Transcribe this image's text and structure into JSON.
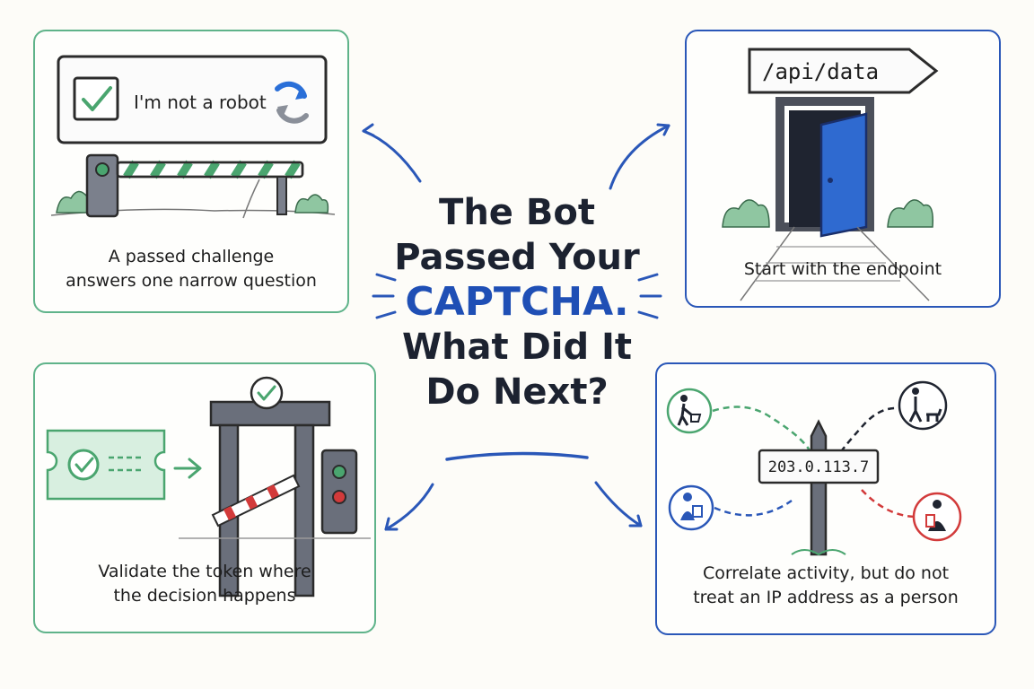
{
  "title": {
    "line1": "The Bot",
    "line2": "Passed Your",
    "line3": "CAPTCHA.",
    "line4": "What Did It",
    "line5": "Do Next?"
  },
  "panels": {
    "top_left": {
      "checkbox_label": "I'm not a robot",
      "caption_line1": "A passed challenge",
      "caption_line2": "answers one narrow question"
    },
    "top_right": {
      "sign_text": "/api/data",
      "caption_line1": "Start with the endpoint"
    },
    "bottom_left": {
      "caption_line1": "Validate the token where",
      "caption_line2": "the decision happens"
    },
    "bottom_right": {
      "ip_text": "203.0.113.7",
      "caption_line1": "Correlate activity, but do not",
      "caption_line2": "treat an IP address as a person"
    }
  },
  "colors": {
    "green": "#5fb38a",
    "blue": "#2a57b8",
    "red": "#d23a3a",
    "gray": "#5e6370"
  }
}
